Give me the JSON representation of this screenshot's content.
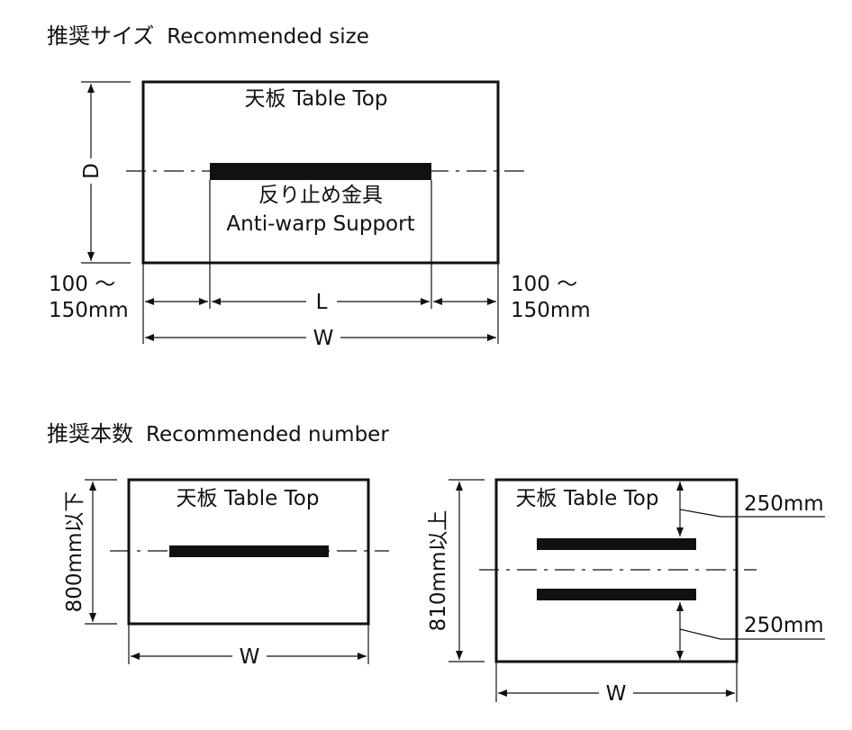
{
  "size_section": {
    "heading_ja": "推奨サイズ",
    "heading_en": "Recommended size",
    "tabletop_label": "天板 Table Top",
    "support_label_ja": "反り止め金具",
    "support_label_en": "Anti-warp Support",
    "depth_label": "D",
    "length_label": "L",
    "width_label": "W",
    "margin_left": [
      "100 ～",
      "150mm"
    ],
    "margin_right": [
      "100 ～",
      "150mm"
    ]
  },
  "number_section": {
    "heading_ja": "推奨本数",
    "heading_en": "Recommended number",
    "case_one": {
      "tabletop_label": "天板 Table Top",
      "depth_label": "800mm以下",
      "width_label": "W"
    },
    "case_two": {
      "tabletop_label": "天板 Table Top",
      "depth_label": "810mm以上",
      "width_label": "W",
      "top_offset": "250mm",
      "bottom_offset": "250mm"
    }
  }
}
